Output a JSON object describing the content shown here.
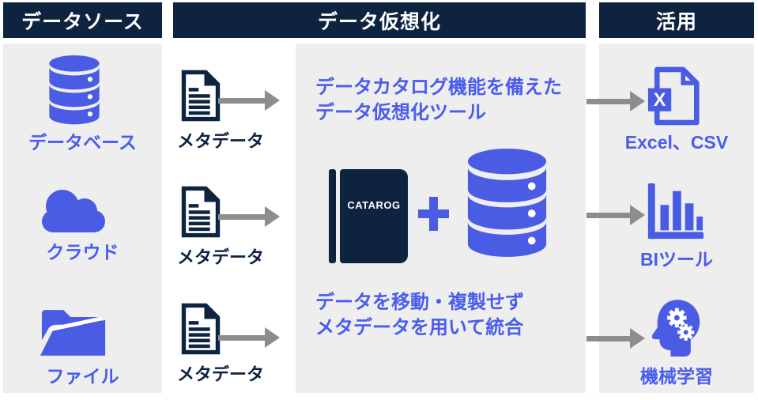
{
  "colors": {
    "navy": "#0e2340",
    "blue": "#4a5ce4",
    "blueText": "#4a5cec",
    "arrow": "#8d8d90",
    "panelBg": "#eeeeef"
  },
  "columns": {
    "sources": {
      "header": "データソース",
      "items": [
        {
          "icon": "database-icon",
          "label": "データベース"
        },
        {
          "icon": "cloud-icon",
          "label": "クラウド"
        },
        {
          "icon": "folder-icon",
          "label": "ファイル"
        }
      ]
    },
    "virtualization": {
      "header": "データ仮想化",
      "metadata_rows": [
        {
          "icon": "document-icon",
          "label": "メタデータ"
        },
        {
          "icon": "document-icon",
          "label": "メタデータ"
        },
        {
          "icon": "document-icon",
          "label": "メタデータ"
        }
      ],
      "panel": {
        "title_line1": "データカタログ機能を備えた",
        "title_line2": "データ仮想化ツール",
        "book_label": "CATAROG",
        "plus_sign": "+",
        "bottom_line1": "データを移動・複製せず",
        "bottom_line2": "メタデータを用いて統合"
      }
    },
    "usage": {
      "header": "活用",
      "items": [
        {
          "icon": "excel-file-icon",
          "badge": "X",
          "label": "Excel、CSV"
        },
        {
          "icon": "bar-chart-icon",
          "label": "BIツール"
        },
        {
          "icon": "machine-learning-icon",
          "label": "機械学習"
        }
      ]
    }
  }
}
